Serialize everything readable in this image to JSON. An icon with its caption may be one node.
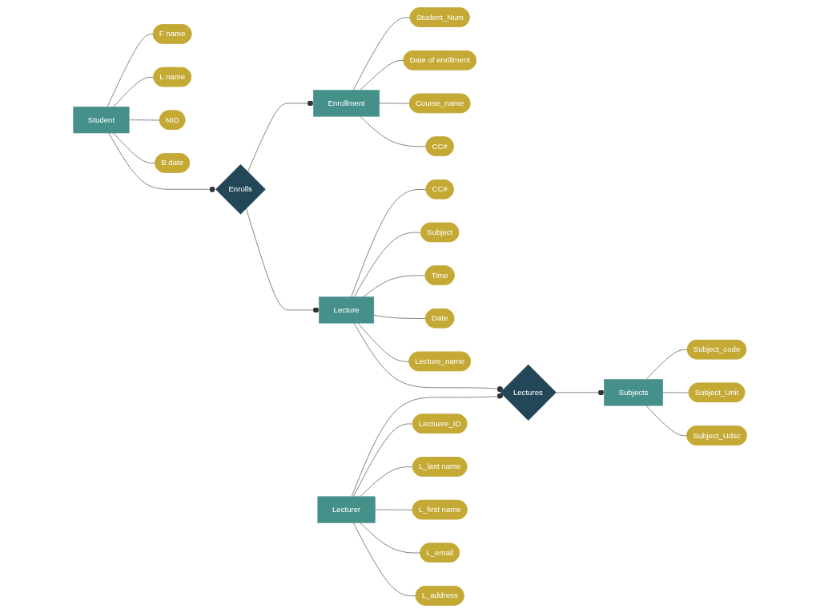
{
  "diagram": {
    "nodes": [
      {
        "text": [
          "F name"
        ]
      },
      {
        "text": [
          "L name"
        ]
      },
      {
        "text": [
          "Student"
        ]
      },
      {
        "text": [
          "Enrolls"
        ]
      },
      {
        "text": [
          "Enrollment"
        ]
      },
      {
        "text": [
          "Student_Num"
        ]
      },
      {
        "text": [
          "Date of enrillment"
        ]
      },
      {
        "text": [
          "NID"
        ]
      },
      {
        "text": [
          "Course_name"
        ]
      },
      {
        "text": [
          "B date"
        ]
      },
      {
        "text": [
          "CC#"
        ]
      },
      {
        "text": [
          "Time"
        ]
      },
      {
        "text": [
          "CC#"
        ]
      },
      {
        "text": [
          "Lecture"
        ]
      },
      {
        "text": [
          "Date"
        ]
      },
      {
        "text": [
          "Subject"
        ]
      },
      {
        "text": [
          "Lecture_name"
        ]
      },
      {
        "text": [
          "Lectuere_ID"
        ]
      },
      {
        "text": [
          "L_last name"
        ]
      },
      {
        "text": [
          "Subject_code"
        ]
      },
      {
        "text": [
          "L_first name"
        ]
      },
      {
        "text": [
          "Lecturer"
        ]
      },
      {
        "text": [
          "Lectures"
        ]
      },
      {
        "text": [
          "Subjects"
        ]
      },
      {
        "text": [
          "Subject_Unit"
        ]
      },
      {
        "text": [
          "L_email"
        ]
      },
      {
        "text": [
          "Subject_Udsc"
        ]
      },
      {
        "text": [
          "L_address"
        ]
      }
    ],
    "edges": [
      {
        "from": 2,
        "to": 0,
        "arrow": "none"
      },
      {
        "from": 2,
        "to": 1,
        "arrow": "none"
      },
      {
        "from": 2,
        "to": 7,
        "arrow": "none"
      },
      {
        "from": 2,
        "to": 9,
        "arrow": "none"
      },
      {
        "from": 2,
        "to": 3,
        "arrow": "other"
      },
      {
        "from": 3,
        "to": 4,
        "arrow": "other"
      },
      {
        "from": 4,
        "to": 5,
        "arrow": "none"
      },
      {
        "from": 4,
        "to": 6,
        "arrow": "none"
      },
      {
        "from": 4,
        "to": 8,
        "arrow": "none"
      },
      {
        "from": 4,
        "to": 10,
        "arrow": "none"
      },
      {
        "from": 3,
        "to": 13,
        "arrow": "other"
      },
      {
        "from": 13,
        "to": 12,
        "arrow": "none"
      },
      {
        "from": 13,
        "to": 15,
        "arrow": "none"
      },
      {
        "from": 13,
        "to": 11,
        "arrow": "none"
      },
      {
        "from": 13,
        "to": 14,
        "arrow": "none"
      },
      {
        "from": 13,
        "to": 16,
        "arrow": "none"
      },
      {
        "from": 13,
        "to": 22,
        "arrow": "other"
      },
      {
        "from": 21,
        "to": 22,
        "arrow": "other"
      },
      {
        "from": 22,
        "to": 23,
        "arrow": "other"
      },
      {
        "from": 21,
        "to": 17,
        "arrow": "none"
      },
      {
        "from": 21,
        "to": 18,
        "arrow": "none"
      },
      {
        "from": 21,
        "to": 20,
        "arrow": "none"
      },
      {
        "from": 21,
        "to": 25,
        "arrow": "none"
      },
      {
        "from": 21,
        "to": 27,
        "arrow": "none"
      },
      {
        "from": 23,
        "to": 19,
        "arrow": "none"
      },
      {
        "from": 23,
        "to": 24,
        "arrow": "none"
      },
      {
        "from": 23,
        "to": 26,
        "arrow": "none"
      }
    ]
  }
}
